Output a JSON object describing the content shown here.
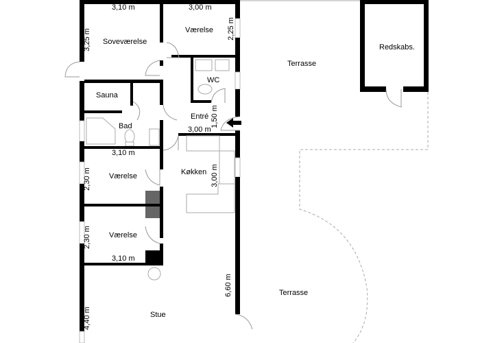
{
  "rooms": {
    "sovevaerelse": "Soveværelse",
    "vaerelse_top": "Værelse",
    "wc": "WC",
    "sauna": "Sauna",
    "bad": "Bad",
    "entre": "Entré",
    "kokken": "Køkken",
    "vaerelse_mid": "Værelse",
    "vaerelse_low": "Værelse",
    "stue": "Stue",
    "terrasse_top": "Terrasse",
    "terrasse_bottom": "Terrasse",
    "redskabs": "Redskabs."
  },
  "dimensions": {
    "sove_width": "3,10 m",
    "sove_height": "3,25 m",
    "vaer_top_width": "3,00 m",
    "vaer_top_height": "2,25 m",
    "entre_height": "1,50 m",
    "entre_width": "3,00 m",
    "bad_width": "3,10 m",
    "vaer_mid_height": "2,30 m",
    "kokken_height": "3,00 m",
    "vaer_low_height": "2,30 m",
    "vaer_low_width": "3,10 m",
    "stue_right_height": "6,60 m",
    "stue_left_height": "4,40 m"
  }
}
